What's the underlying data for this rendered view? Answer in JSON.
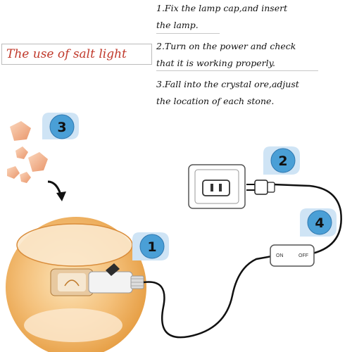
{
  "title": "The use of salt light",
  "instructions": [
    {
      "line1": "1.Fix the lamp cap,and insert",
      "line2": "the lamp."
    },
    {
      "line1": "2.Turn on the power and check",
      "line2": "that it is working properly."
    },
    {
      "line1": "3.Fall into the crystal ore,adjust",
      "line2": "the location of each stone."
    }
  ],
  "badges": {
    "b1": "1",
    "b2": "2",
    "b3": "3",
    "b4": "4"
  },
  "switch": {
    "on": "ON",
    "off": "OFF"
  },
  "colors": {
    "title": "#c0392b",
    "badge": "#4a9fd6",
    "globe": "#f1b264",
    "cable": "#111111",
    "crystal": "#f2b48a"
  }
}
